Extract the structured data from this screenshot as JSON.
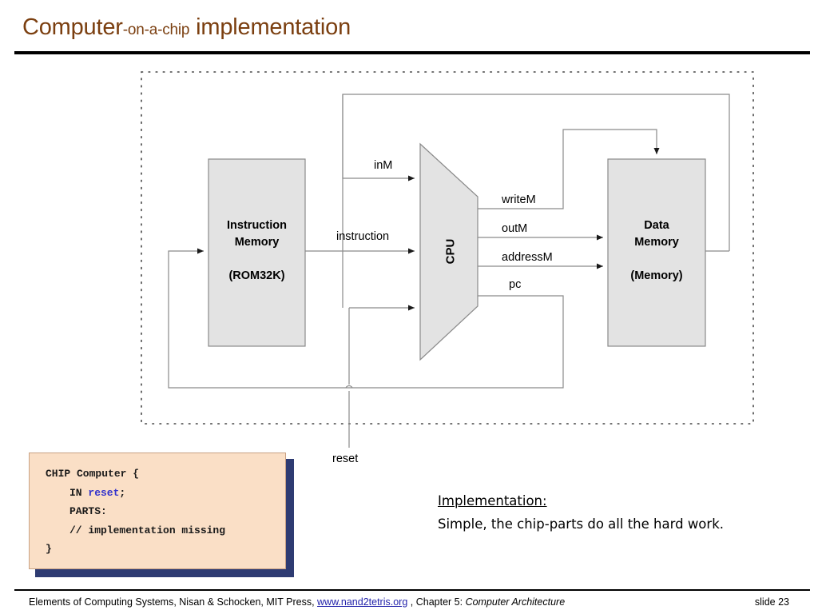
{
  "slide": {
    "title_main": "Computer",
    "title_small": "-on-a-chip",
    "title_tail": " implementation",
    "title_color": "#7B3F10"
  },
  "diagram": {
    "blocks": [
      {
        "id": "instruction-memory",
        "line1": "Instruction",
        "line2": "Memory",
        "line3": "(ROM32K)"
      },
      {
        "id": "cpu",
        "label": "CPU"
      },
      {
        "id": "data-memory",
        "line1": "Data",
        "line2": "Memory",
        "line3": "(Memory)"
      }
    ],
    "wire_labels": {
      "inM": "inM",
      "instruction": "instruction",
      "writeM": "writeM",
      "outM": "outM",
      "addressM": "addressM",
      "pc": "pc",
      "reset": "reset"
    },
    "fill_color": "#E3E3E3",
    "stroke_color": "#808080",
    "boundary_color": "#555555"
  },
  "code": {
    "lines": [
      {
        "text": "CHIP Computer {",
        "indent": 0
      },
      {
        "text": "IN ",
        "blue": "reset",
        "after": ";",
        "indent": 1
      },
      {
        "text": "PARTS:",
        "indent": 1
      },
      {
        "text": "// implementation missing",
        "indent": 1
      },
      {
        "text": "}",
        "indent": 0
      }
    ],
    "bg_color": "#FADFC6",
    "shadow_color": "#2E3B72",
    "keyword_color": "#3333CC"
  },
  "implementation": {
    "heading": "Implementation:",
    "body": "Simple, the chip-parts do all the hard work."
  },
  "footer": {
    "prefix": "Elements of Computing Systems, Nisan & Schocken, MIT Press, ",
    "link": "www.nand2tetris.org",
    "middle": " , Chapter 5: ",
    "italic": "Computer Architecture",
    "slide_label": "slide 23"
  }
}
